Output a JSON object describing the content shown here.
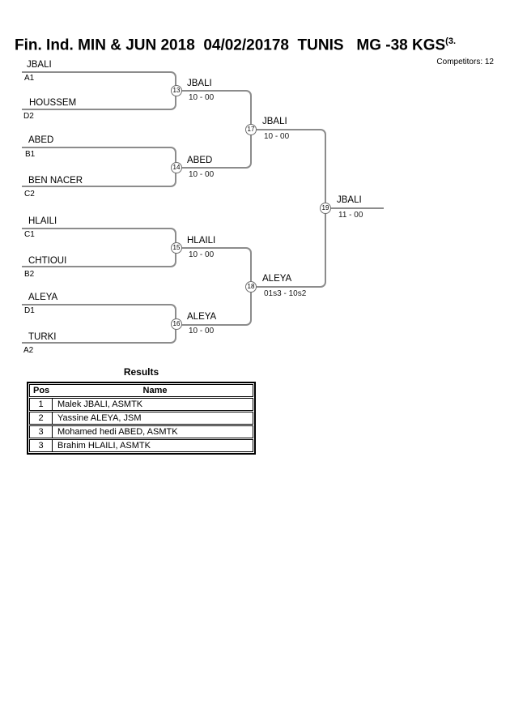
{
  "header": {
    "title": "Fin. Ind. MIN & JUN 2018  04/02/20178  TUNIS   MG -38 KGS",
    "title_superscript": "(3.",
    "competitors_label": "Competitors: 12"
  },
  "colors": {
    "bracket_line": "#8c8c8c",
    "text": "#000000"
  },
  "bracket": {
    "round1": [
      {
        "number": "13",
        "top_name": "JBALI",
        "top_seed": "A1",
        "bottom_name": "HOUSSEM",
        "bottom_seed": "D2",
        "winner": "JBALI",
        "score": "10 - 00"
      },
      {
        "number": "14",
        "top_name": "ABED",
        "top_seed": "B1",
        "bottom_name": "BEN NACER",
        "bottom_seed": "C2",
        "winner": "ABED",
        "score": "10 - 00"
      },
      {
        "number": "15",
        "top_name": "HLAILI",
        "top_seed": "C1",
        "bottom_name": "CHTIOUI",
        "bottom_seed": "B2",
        "winner": "HLAILI",
        "score": "10 - 00"
      },
      {
        "number": "16",
        "top_name": "ALEYA",
        "top_seed": "D1",
        "bottom_name": "TURKI",
        "bottom_seed": "A2",
        "winner": "ALEYA",
        "score": "10 - 00"
      }
    ],
    "semifinals": [
      {
        "number": "17",
        "winner": "JBALI",
        "score": "10 - 00"
      },
      {
        "number": "18",
        "winner": "ALEYA",
        "score": "01s3 - 10s2"
      }
    ],
    "final": {
      "number": "19",
      "winner": "JBALI",
      "score": "11 - 00"
    }
  },
  "results": {
    "heading": "Results",
    "columns": {
      "pos": "Pos",
      "name": "Name"
    },
    "rows": [
      {
        "pos": "1",
        "name": "Malek JBALI, ASMTK"
      },
      {
        "pos": "2",
        "name": "Yassine ALEYA, JSM"
      },
      {
        "pos": "3",
        "name": "Mohamed hedi ABED, ASMTK"
      },
      {
        "pos": "3",
        "name": "Brahim HLAILI, ASMTK"
      }
    ]
  }
}
